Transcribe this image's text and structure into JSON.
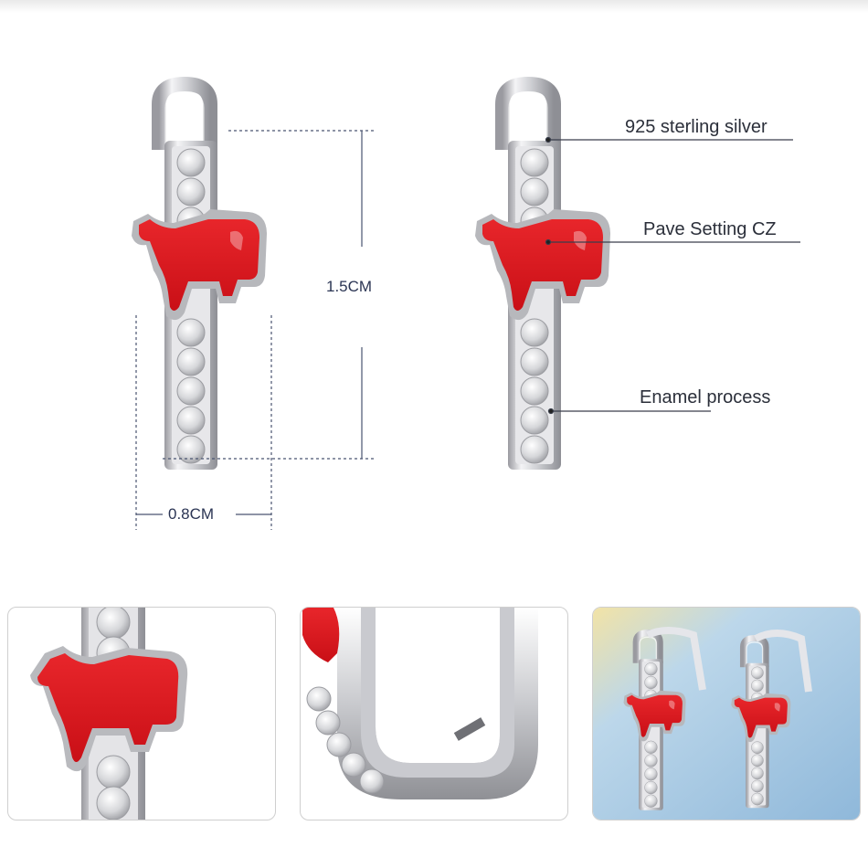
{
  "annotations": {
    "material": "925 sterling silver",
    "setting": "Pave Setting CZ",
    "process": "Enamel process"
  },
  "dimensions": {
    "height": "1.5CM",
    "width": "0.8CM"
  },
  "colors": {
    "enamel_red": "#d7141a",
    "silver": "#d9d9dc",
    "dimension_line": "#4a5470",
    "photo_background": "#a9cbe6"
  },
  "detail_panels": [
    "enamel-dog-closeup",
    "hoop-side-closeup",
    "pair-photo"
  ]
}
